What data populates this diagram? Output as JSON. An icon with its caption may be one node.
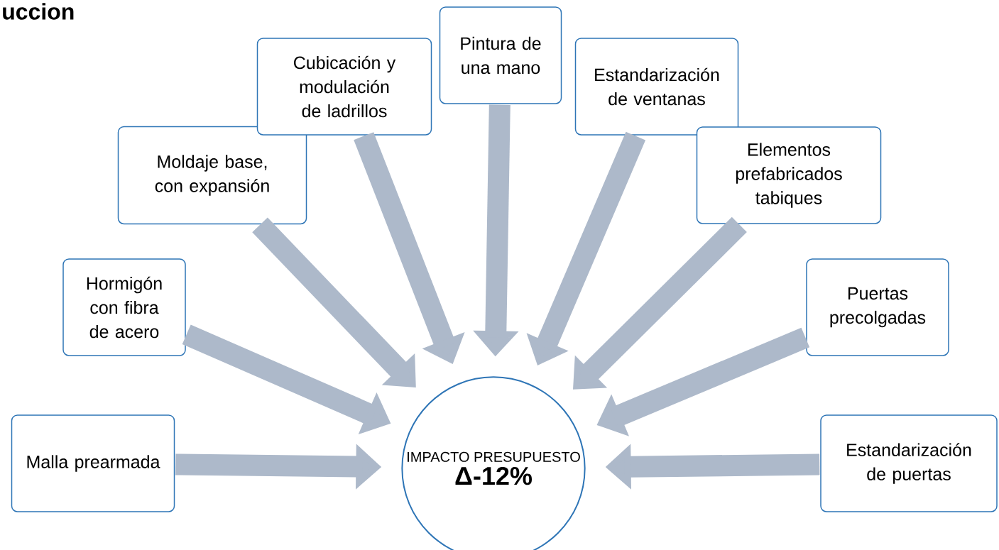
{
  "diagram": {
    "title": "uccion",
    "nodes": [
      {
        "text": [
          "Malla prearmada"
        ]
      },
      {
        "text": [
          "Hormigón con fibra de acero"
        ]
      },
      {
        "text": [
          "Moldaje base, con expansión"
        ]
      },
      {
        "text": [
          "Cubicación y modulación de ladrillos"
        ]
      },
      {
        "text": [
          "Pintura de una mano"
        ]
      },
      {
        "text": [
          "Estandarización de ventanas"
        ]
      },
      {
        "text": [
          "Elementos prefabricados tabiques"
        ]
      },
      {
        "text": [
          "Puertas precolgadas"
        ]
      },
      {
        "text": [
          "Estandarización de puertas"
        ]
      },
      {
        "text": [
          "IMPACTO PRESUPUESTO",
          "Δ-12%"
        ]
      }
    ],
    "edges": [
      {
        "from": 0,
        "to": 9,
        "arrow": "to"
      },
      {
        "from": 1,
        "to": 9,
        "arrow": "to"
      },
      {
        "from": 2,
        "to": 9,
        "arrow": "to"
      },
      {
        "from": 3,
        "to": 9,
        "arrow": "to"
      },
      {
        "from": 4,
        "to": 9,
        "arrow": "to"
      },
      {
        "from": 5,
        "to": 9,
        "arrow": "to"
      },
      {
        "from": 6,
        "to": 9,
        "arrow": "to"
      },
      {
        "from": 7,
        "to": 9,
        "arrow": "to"
      },
      {
        "from": 8,
        "to": 9,
        "arrow": "to"
      }
    ]
  }
}
